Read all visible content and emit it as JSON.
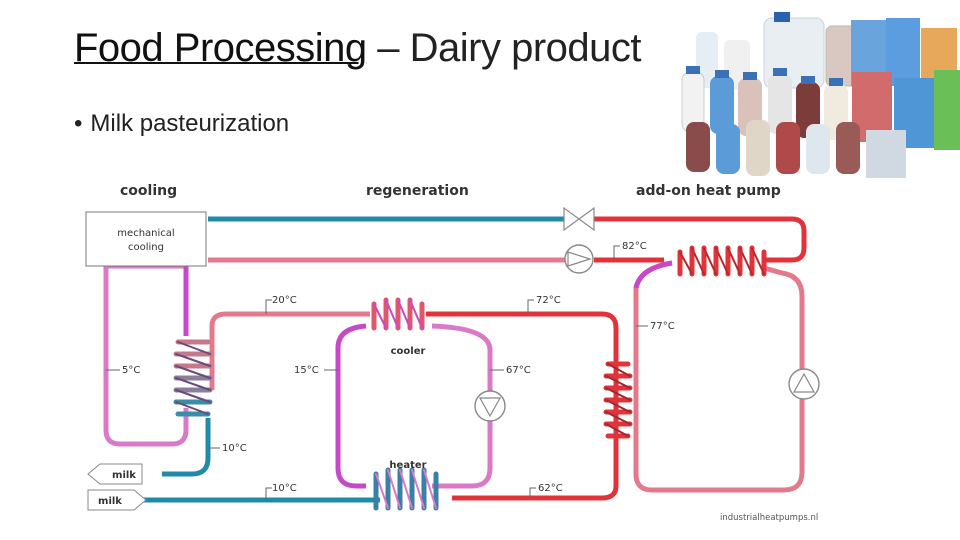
{
  "slide": {
    "title_main": "Food Processing",
    "title_rest": " – Dairy product",
    "bullet": "Milk pasteurization"
  },
  "diagram": {
    "labels": {
      "cooling": "cooling",
      "regeneration": "regeneration",
      "heat_pump": "add-on heat pump",
      "mech_line1": "mechanical",
      "mech_line2": "cooling",
      "cooler": "cooler",
      "heater": "heater",
      "milk_out": "milk",
      "milk_in": "milk",
      "credit": "industrialheatpumps.nl"
    },
    "temperatures": {
      "t82": "82°C",
      "t20": "20°C",
      "t72": "72°C",
      "t77": "77°C",
      "t5": "5°C",
      "t15": "15°C",
      "t67": "67°C",
      "t10a": "10°C",
      "t10b": "10°C",
      "t62": "62°C"
    },
    "colors": {
      "blue": "#1f8ba8",
      "red": "#e0343a",
      "pink": "#e37a8c",
      "magenta": "#c64ac6",
      "orchid": "#da79c8"
    }
  }
}
